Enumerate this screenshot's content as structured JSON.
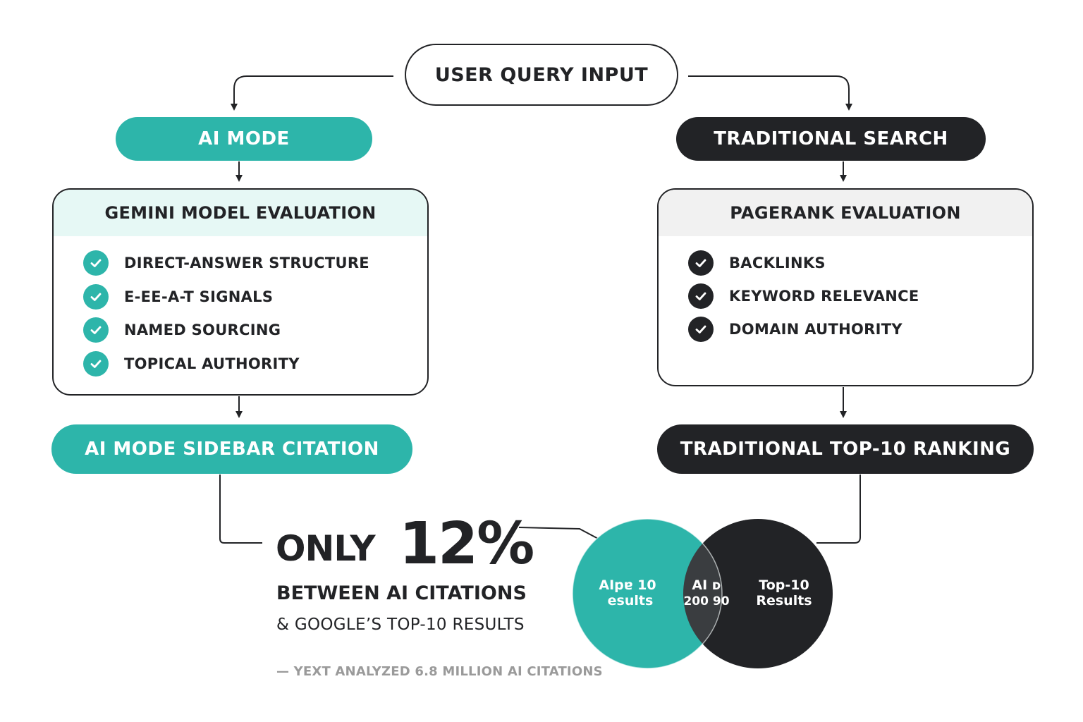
{
  "query": {
    "label": "USER QUERY INPUT"
  },
  "ai_branch": {
    "mode_label": "AI MODE",
    "panel_title": "GEMINI MODEL EVALUATION",
    "criteria": [
      "DIRECT-ANSWER STRUCTURE",
      "E-EE-A-T SIGNALS",
      "NAMED SOURCING",
      "TOPICAL AUTHORITY"
    ],
    "outcome_label": "AI MODE SIDEBAR CITATION"
  },
  "traditional_branch": {
    "mode_label": "TRADITIONAL SEARCH",
    "panel_title": "PAGERANK EVALUATION",
    "criteria": [
      "BACKLINKS",
      "KEYWORD RELEVANCE",
      "DOMAIN AUTHORITY"
    ],
    "outcome_label": "TRADITIONAL TOP-10 RANKING"
  },
  "stat": {
    "only_text": "ONLY",
    "percent": "12%",
    "line1": "BETWEEN AI CITATIONS",
    "line2": "& GOOGLE’S TOP-10 RESULTS",
    "source": "— YEXT ANALYZED 6.8 MILLION AI CITATIONS"
  },
  "venn": {
    "left_label": [
      "AIpɐ 10",
      "esults"
    ],
    "overlap_label": [
      "AI ᴅ",
      "200 90"
    ],
    "right_label": [
      "Top-10",
      "Results"
    ]
  },
  "colors": {
    "teal": "#2db5aa",
    "dark": "#222326",
    "teal_light": "#e6f8f5",
    "gray_light": "#f1f1f1"
  },
  "icons": {
    "criteria_check": "check-icon"
  }
}
